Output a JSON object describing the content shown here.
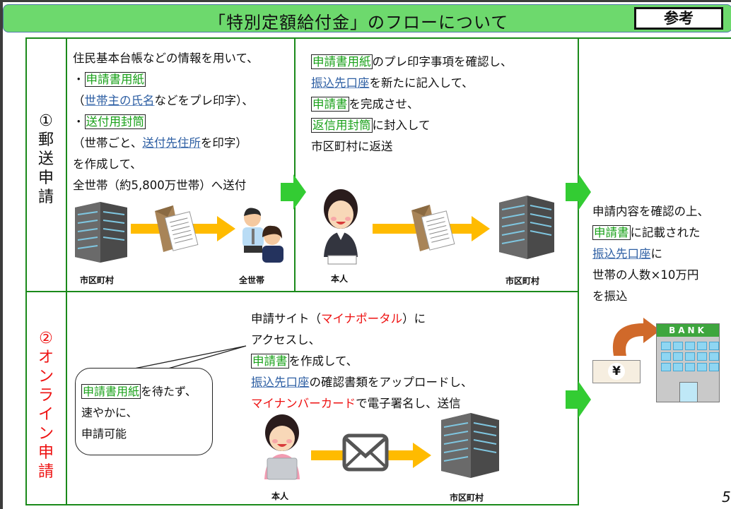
{
  "header": {
    "title": "「特別定額給付金」のフローについて",
    "reference_badge": "参考"
  },
  "colors": {
    "header_bg": "#6dd96d",
    "grid_line": "#1a8a1a",
    "arrow_green": "#33cc33",
    "arrow_yellow": "#ffbb00",
    "boxed_term": "#19a119",
    "link_term": "#2e5fa3",
    "online_red": "#ee1111"
  },
  "rows": {
    "mail": {
      "label_number": "①",
      "label_chars": [
        "郵",
        "送",
        "申",
        "請"
      ],
      "step1": {
        "line1": "住民基本台帳などの情報を用いて、",
        "bullet1_prefix": "・",
        "bullet1_term": "申請書用紙",
        "paren1_open": "（",
        "paren1_link": "世帯主の氏名",
        "paren1_rest": "などをプレ印字）、",
        "bullet2_prefix": "・",
        "bullet2_term": "送付用封筒",
        "paren2_open": "（世帯ごと、",
        "paren2_link": "送付先住所",
        "paren2_rest": "を印字）",
        "line6": "を作成して、",
        "line7": "全世帯（約5,800万世帯）へ送付",
        "from_caption": "市区町村",
        "to_caption": "全世帯"
      },
      "step2": {
        "l1_term": "申請書用紙",
        "l1_rest": "のプレ印字事項を確認し、",
        "l2_link": "振込先口座",
        "l2_rest": "を新たに記入して、",
        "l3_term": "申請書",
        "l3_rest": "を完成させ、",
        "l4_term": "返信用封筒",
        "l4_rest": "に封入して",
        "l5": "市区町村に返送",
        "from_caption": "本人",
        "to_caption": "市区町村"
      }
    },
    "online": {
      "label_number": "②",
      "label_chars": [
        "オ",
        "ン",
        "ラ",
        "イ",
        "ン",
        "申",
        "請"
      ],
      "bubble": {
        "term": "申請書用紙",
        "l1_rest": "を待たず、",
        "l2": "速やかに、",
        "l3": "申請可能"
      },
      "steps": {
        "l1_a": "申請サイト（",
        "l1_red": "マイナポータル",
        "l1_b": "）に",
        "l2": "アクセスし、",
        "l3_term": "申請書",
        "l3_rest": "を作成して、",
        "l4_link": "振込先口座",
        "l4_rest": "の確認書類をアップロードし、",
        "l5_red": "マイナンバーカード",
        "l5_rest": "で電子署名し、送信"
      },
      "from_caption": "本人",
      "to_caption": "市区町村"
    }
  },
  "result": {
    "l1": "申請内容を確認の上、",
    "l2_term": "申請書",
    "l2_rest": "に記載された",
    "l3_link": "振込先口座",
    "l3_rest": "に",
    "l4": "世帯の人数×10万円",
    "l5": "を振込",
    "bank_sign": "BANK",
    "yen_symbol": "¥"
  },
  "page_number": "5"
}
